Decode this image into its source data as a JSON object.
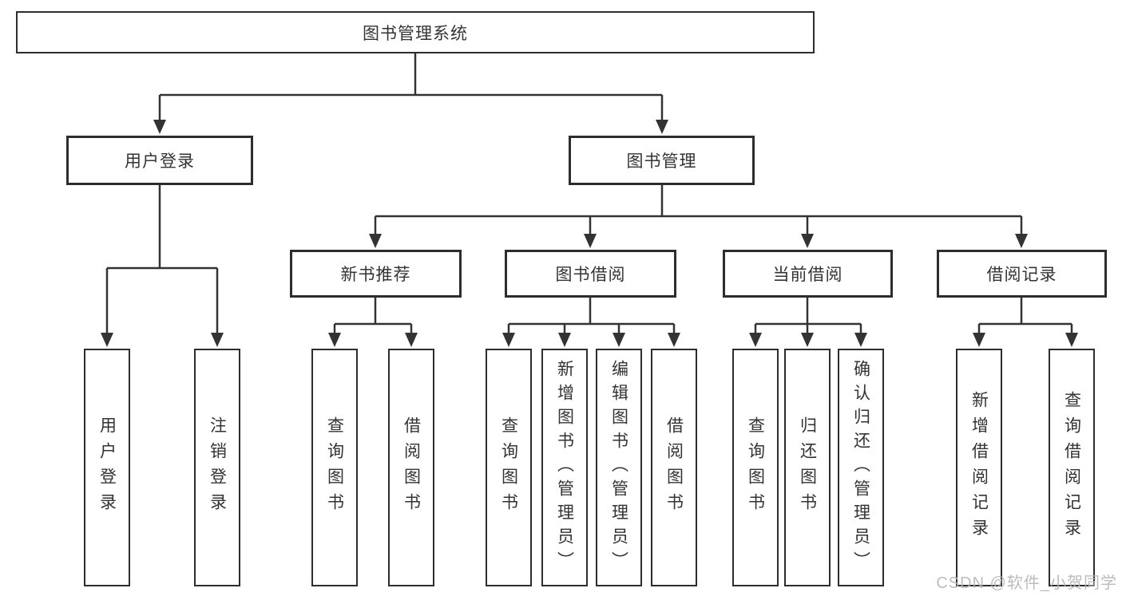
{
  "diagram": {
    "root": {
      "label": "图书管理系统"
    },
    "level2": {
      "user_login": {
        "label": "用户登录"
      },
      "book_management": {
        "label": "图书管理"
      }
    },
    "level3": {
      "new_book_recommend": {
        "label": "新书推荐"
      },
      "book_borrowing": {
        "label": "图书借阅"
      },
      "current_borrowing": {
        "label": "当前借阅"
      },
      "borrowing_records": {
        "label": "借阅记录"
      }
    },
    "leaves": {
      "user_login": [
        "用户登录",
        "注销登录"
      ],
      "new_book_recommend": [
        "查询图书",
        "借阅图书"
      ],
      "book_borrowing": [
        "查询图书",
        "新增图书（管理员）",
        "编辑图书（管理员）",
        "借阅图书"
      ],
      "current_borrowing": [
        "查询图书",
        "归还图书",
        "确认归还（管理员）"
      ],
      "borrowing_records": [
        "新增借阅记录",
        "查询借阅记录"
      ]
    }
  },
  "watermark": {
    "text": "CSDN @软件_小贺同学"
  },
  "colors": {
    "line": "#333333",
    "box_border": "#2d2d2d",
    "text": "#333333",
    "background": "#ffffff",
    "watermark": "#b5b5b5"
  }
}
